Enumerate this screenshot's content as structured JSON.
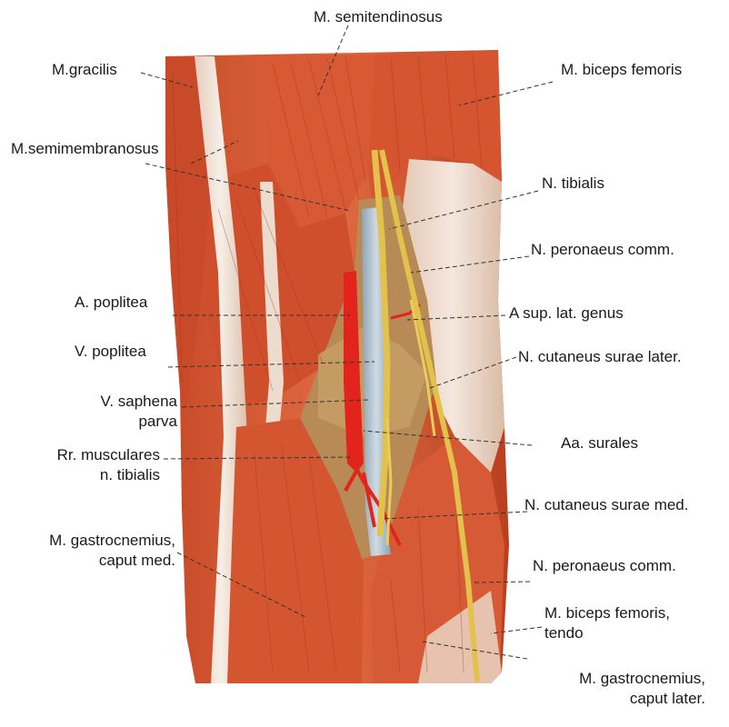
{
  "labels": [
    {
      "id": "semitendinosus",
      "lines": [
        "M. semitendinosus"
      ]
    },
    {
      "id": "gracilis",
      "lines": [
        "M.gracilis"
      ]
    },
    {
      "id": "biceps-femoris",
      "lines": [
        "M. biceps femoris"
      ]
    },
    {
      "id": "semimembranosus",
      "lines": [
        "M.semimembranosus"
      ]
    },
    {
      "id": "n-tibialis",
      "lines": [
        "N. tibialis"
      ]
    },
    {
      "id": "n-peronaeus-upper",
      "lines": [
        "N. peronaeus comm."
      ]
    },
    {
      "id": "a-poplitea",
      "lines": [
        "A. poplitea"
      ]
    },
    {
      "id": "a-sup-lat-genus",
      "lines": [
        "A sup. lat. genus"
      ]
    },
    {
      "id": "v-poplitea",
      "lines": [
        "V. poplitea"
      ]
    },
    {
      "id": "n-cutaneus-later",
      "lines": [
        "N. cutaneus surae later."
      ]
    },
    {
      "id": "v-saphena",
      "lines": [
        "V. saphena",
        "parva"
      ]
    },
    {
      "id": "aa-surales",
      "lines": [
        "Aa. surales"
      ]
    },
    {
      "id": "rr-musculares",
      "lines": [
        "Rr. musculares",
        "n. tibialis"
      ]
    },
    {
      "id": "n-cutaneus-med",
      "lines": [
        "N. cutaneus surae med."
      ]
    },
    {
      "id": "gastro-med",
      "lines": [
        "M. gastrocnemius,",
        "caput med."
      ]
    },
    {
      "id": "n-peronaeus-lower",
      "lines": [
        "N. peronaeus comm."
      ]
    },
    {
      "id": "biceps-tendo",
      "lines": [
        "M. biceps femoris,",
        "tendo"
      ]
    },
    {
      "id": "gastro-later",
      "lines": [
        "M. gastrocnemius,",
        "caput later."
      ]
    }
  ],
  "colors": {
    "muscle": "#d9542f",
    "muscle_dark": "#a8321b",
    "muscle_light": "#ec8a62",
    "tendon": "#efe2d6",
    "artery": "#e3241c",
    "vein": "#a9bccb",
    "nerve": "#e2c24a",
    "fat": "#c9a06a",
    "leader": "#333333"
  }
}
